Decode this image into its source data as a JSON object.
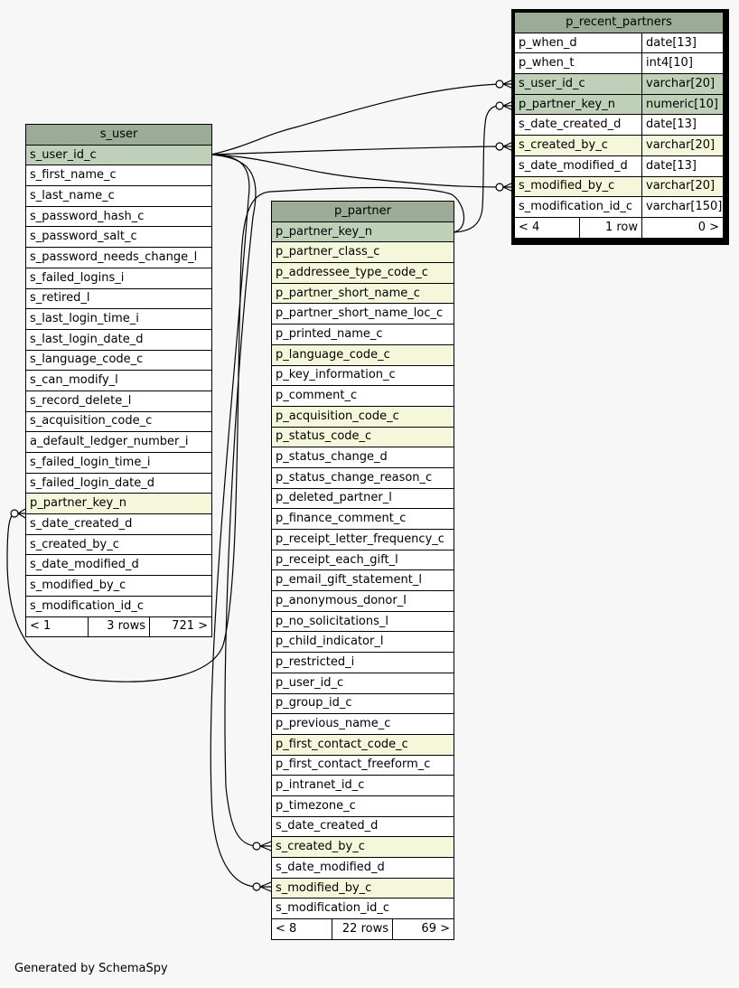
{
  "footer": "Generated by SchemaSpy",
  "colors": {
    "header": "#9bab96",
    "primary_key": "#bed1b8",
    "foreign_key": "#f4f7da",
    "plain": "#ffffff"
  },
  "tables": {
    "s_user": {
      "name": "s_user",
      "columns": [
        {
          "name": "s_user_id_c",
          "kind": "pk"
        },
        {
          "name": "s_first_name_c",
          "kind": ""
        },
        {
          "name": "s_last_name_c",
          "kind": ""
        },
        {
          "name": "s_password_hash_c",
          "kind": ""
        },
        {
          "name": "s_password_salt_c",
          "kind": ""
        },
        {
          "name": "s_password_needs_change_l",
          "kind": ""
        },
        {
          "name": "s_failed_logins_i",
          "kind": ""
        },
        {
          "name": "s_retired_l",
          "kind": ""
        },
        {
          "name": "s_last_login_time_i",
          "kind": ""
        },
        {
          "name": "s_last_login_date_d",
          "kind": ""
        },
        {
          "name": "s_language_code_c",
          "kind": ""
        },
        {
          "name": "s_can_modify_l",
          "kind": ""
        },
        {
          "name": "s_record_delete_l",
          "kind": ""
        },
        {
          "name": "s_acquisition_code_c",
          "kind": ""
        },
        {
          "name": "a_default_ledger_number_i",
          "kind": ""
        },
        {
          "name": "s_failed_login_time_i",
          "kind": ""
        },
        {
          "name": "s_failed_login_date_d",
          "kind": ""
        },
        {
          "name": "p_partner_key_n",
          "kind": "fk"
        },
        {
          "name": "s_date_created_d",
          "kind": ""
        },
        {
          "name": "s_created_by_c",
          "kind": ""
        },
        {
          "name": "s_date_modified_d",
          "kind": ""
        },
        {
          "name": "s_modified_by_c",
          "kind": ""
        },
        {
          "name": "s_modification_id_c",
          "kind": ""
        }
      ],
      "stats": {
        "parents": "< 1",
        "rows": "3 rows",
        "children": "721 >"
      }
    },
    "p_partner": {
      "name": "p_partner",
      "columns": [
        {
          "name": "p_partner_key_n",
          "kind": "pk"
        },
        {
          "name": "p_partner_class_c",
          "kind": "fk"
        },
        {
          "name": "p_addressee_type_code_c",
          "kind": "fk"
        },
        {
          "name": "p_partner_short_name_c",
          "kind": "fk"
        },
        {
          "name": "p_partner_short_name_loc_c",
          "kind": ""
        },
        {
          "name": "p_printed_name_c",
          "kind": ""
        },
        {
          "name": "p_language_code_c",
          "kind": "fk"
        },
        {
          "name": "p_key_information_c",
          "kind": ""
        },
        {
          "name": "p_comment_c",
          "kind": ""
        },
        {
          "name": "p_acquisition_code_c",
          "kind": "fk"
        },
        {
          "name": "p_status_code_c",
          "kind": "fk"
        },
        {
          "name": "p_status_change_d",
          "kind": ""
        },
        {
          "name": "p_status_change_reason_c",
          "kind": ""
        },
        {
          "name": "p_deleted_partner_l",
          "kind": ""
        },
        {
          "name": "p_finance_comment_c",
          "kind": ""
        },
        {
          "name": "p_receipt_letter_frequency_c",
          "kind": ""
        },
        {
          "name": "p_receipt_each_gift_l",
          "kind": ""
        },
        {
          "name": "p_email_gift_statement_l",
          "kind": ""
        },
        {
          "name": "p_anonymous_donor_l",
          "kind": ""
        },
        {
          "name": "p_no_solicitations_l",
          "kind": ""
        },
        {
          "name": "p_child_indicator_l",
          "kind": ""
        },
        {
          "name": "p_restricted_i",
          "kind": ""
        },
        {
          "name": "p_user_id_c",
          "kind": ""
        },
        {
          "name": "p_group_id_c",
          "kind": ""
        },
        {
          "name": "p_previous_name_c",
          "kind": ""
        },
        {
          "name": "p_first_contact_code_c",
          "kind": "fk"
        },
        {
          "name": "p_first_contact_freeform_c",
          "kind": ""
        },
        {
          "name": "p_intranet_id_c",
          "kind": ""
        },
        {
          "name": "p_timezone_c",
          "kind": ""
        },
        {
          "name": "s_date_created_d",
          "kind": ""
        },
        {
          "name": "s_created_by_c",
          "kind": "fk"
        },
        {
          "name": "s_date_modified_d",
          "kind": ""
        },
        {
          "name": "s_modified_by_c",
          "kind": "fk"
        },
        {
          "name": "s_modification_id_c",
          "kind": ""
        }
      ],
      "stats": {
        "parents": "< 8",
        "rows": "22 rows",
        "children": "69 >"
      }
    },
    "p_recent_partners": {
      "name": "p_recent_partners",
      "columns": [
        {
          "name": "p_when_d",
          "type": "date[13]",
          "kind": ""
        },
        {
          "name": "p_when_t",
          "type": "int4[10]",
          "kind": ""
        },
        {
          "name": "s_user_id_c",
          "type": "varchar[20]",
          "kind": "pk"
        },
        {
          "name": "p_partner_key_n",
          "type": "numeric[10]",
          "kind": "pk"
        },
        {
          "name": "s_date_created_d",
          "type": "date[13]",
          "kind": ""
        },
        {
          "name": "s_created_by_c",
          "type": "varchar[20]",
          "kind": "fk"
        },
        {
          "name": "s_date_modified_d",
          "type": "date[13]",
          "kind": ""
        },
        {
          "name": "s_modified_by_c",
          "type": "varchar[20]",
          "kind": "fk"
        },
        {
          "name": "s_modification_id_c",
          "type": "varchar[150]",
          "kind": ""
        }
      ],
      "stats": {
        "parents": "< 4",
        "rows": "1 row",
        "children": "0 >"
      }
    }
  }
}
